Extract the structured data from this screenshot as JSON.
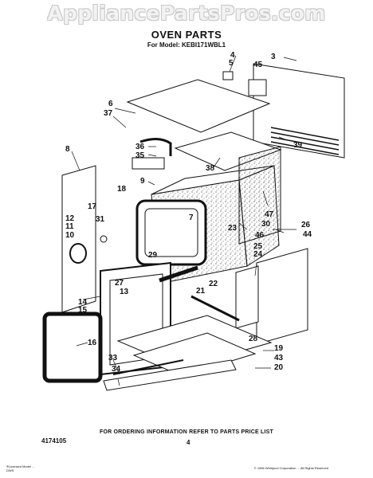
{
  "watermark": "AppliancePartsPros.com",
  "title": "OVEN PARTS",
  "subtitle": "For Model: KEBI171WBL1",
  "footer_note": "FOR ORDERING INFORMATION REFER TO PARTS PRICE LIST",
  "doc_number": "4174105",
  "page_number": "4",
  "trademark": "®Licensed Model ...\nDWS",
  "copyright": "© 1996 Whirlpool Corporation ... All Rights Reserved",
  "callouts": [
    {
      "id": "3",
      "text": "3"
    },
    {
      "id": "4",
      "text": "4"
    },
    {
      "id": "5",
      "text": "5"
    },
    {
      "id": "45",
      "text": "45"
    },
    {
      "id": "6",
      "text": "6"
    },
    {
      "id": "37",
      "text": "37"
    },
    {
      "id": "39",
      "text": "39"
    },
    {
      "id": "36",
      "text": "36"
    },
    {
      "id": "35",
      "text": "35"
    },
    {
      "id": "38",
      "text": "38"
    },
    {
      "id": "8",
      "text": "8"
    },
    {
      "id": "9",
      "text": "9"
    },
    {
      "id": "18",
      "text": "18"
    },
    {
      "id": "17",
      "text": "17"
    },
    {
      "id": "7",
      "text": "7"
    },
    {
      "id": "47",
      "text": "47"
    },
    {
      "id": "26",
      "text": "26"
    },
    {
      "id": "12",
      "text": "12"
    },
    {
      "id": "11",
      "text": "11"
    },
    {
      "id": "31",
      "text": "31"
    },
    {
      "id": "10",
      "text": "10"
    },
    {
      "id": "30",
      "text": "30"
    },
    {
      "id": "44",
      "text": "44"
    },
    {
      "id": "23",
      "text": "23"
    },
    {
      "id": "46",
      "text": "46"
    },
    {
      "id": "25",
      "text": "25"
    },
    {
      "id": "24",
      "text": "24"
    },
    {
      "id": "29",
      "text": "29"
    },
    {
      "id": "27",
      "text": "27"
    },
    {
      "id": "13",
      "text": "13"
    },
    {
      "id": "21",
      "text": "21"
    },
    {
      "id": "22",
      "text": "22"
    },
    {
      "id": "14",
      "text": "14"
    },
    {
      "id": "15",
      "text": "15"
    },
    {
      "id": "16",
      "text": "16"
    },
    {
      "id": "28",
      "text": "28"
    },
    {
      "id": "19",
      "text": "19"
    },
    {
      "id": "43",
      "text": "43"
    },
    {
      "id": "20",
      "text": "20"
    },
    {
      "id": "33",
      "text": "33"
    },
    {
      "id": "34",
      "text": "34"
    }
  ]
}
